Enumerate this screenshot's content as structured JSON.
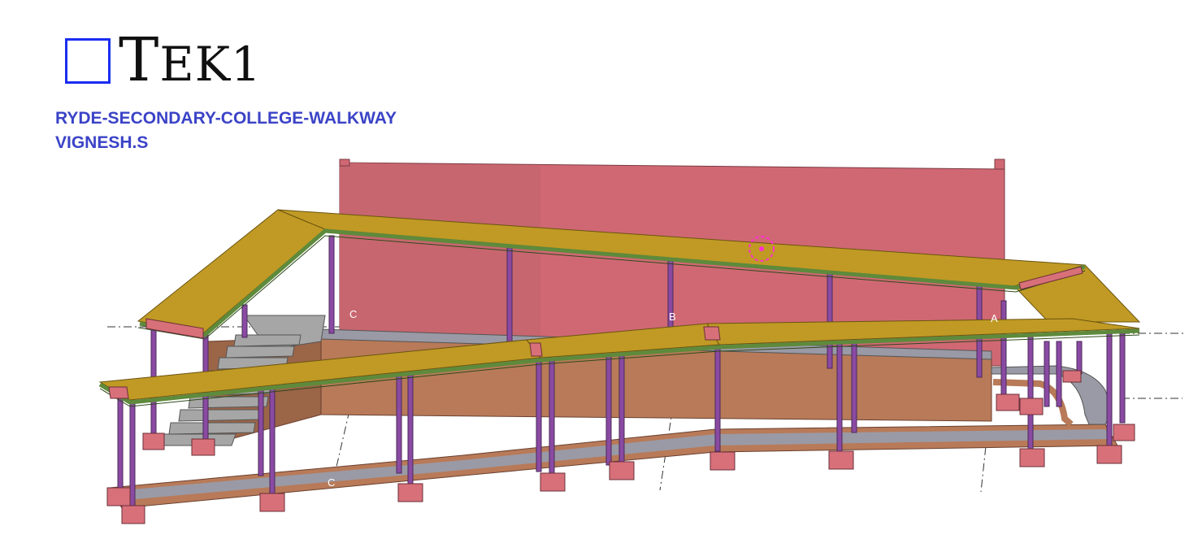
{
  "logo": {
    "first": "T",
    "rest": "EK1"
  },
  "project": {
    "name": "RYDE-SECONDARY-COLLEGE-WALKWAY",
    "author": "VIGNESH.S"
  },
  "grid_labels": {
    "c_top": "C",
    "b": "B",
    "a": "A",
    "c_bottom": "C"
  },
  "colors": {
    "wall": "#d06874",
    "roof": "#c09a24",
    "roof_edge": "#5e8a3c",
    "column": "#8a4aa2",
    "footing": "#d8707a",
    "slab": "#b87a58",
    "path": "#9a9aa6",
    "stairs": "#a6a6a6",
    "accent": "#3b43c7"
  },
  "icons": {
    "logo_mark": "square-outline-icon",
    "orbit": "orbit-target-icon"
  }
}
